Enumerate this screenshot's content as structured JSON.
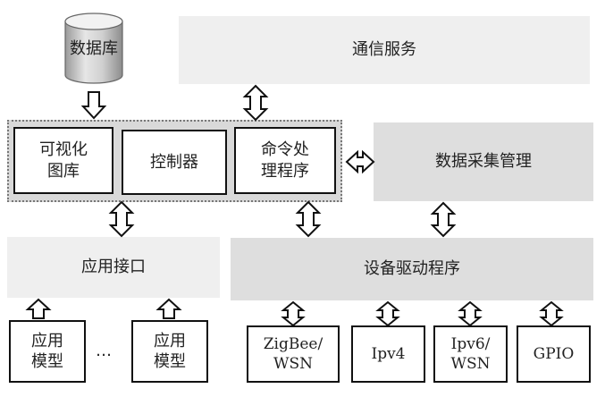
{
  "diagram": {
    "comm_service": "通信服务",
    "database": "数据库",
    "visual_library": "可视化\n图库",
    "controller": "控制器",
    "command_processor": "命令处\n理程序",
    "data_acquisition": "数据采集管理",
    "app_interface": "应用接口",
    "device_driver": "设备驱动程序",
    "app_model": "应用\n模型",
    "ellipsis": "…",
    "zigbee": "ZigBee/\nWSN",
    "ipv4": "Ipv4",
    "ipv6": "Ipv6/\nWSN",
    "gpio": "GPIO"
  }
}
